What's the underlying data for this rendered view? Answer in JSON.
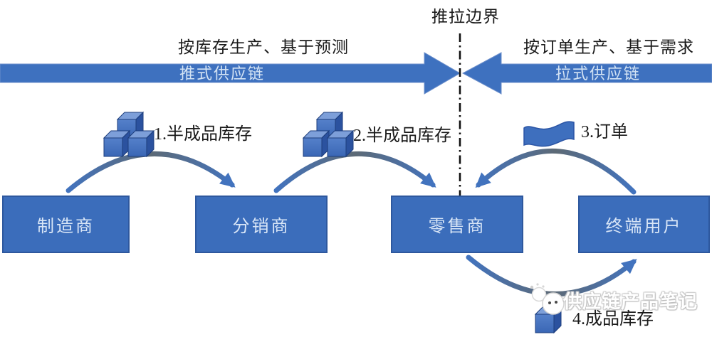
{
  "diagram": {
    "boundary_title": "推拉边界",
    "push_side": {
      "strategy_label": "按库存生产、基于预测",
      "chain_label": "推式供应链",
      "direction": "left-to-right"
    },
    "pull_side": {
      "strategy_label": "按订单生产、基于需求",
      "chain_label": "拉式供应链",
      "direction": "right-to-left"
    },
    "nodes": [
      {
        "label": "制造商"
      },
      {
        "label": "分销商"
      },
      {
        "label": "零售商"
      },
      {
        "label": "终端用户"
      }
    ],
    "flows": [
      {
        "label": "1.半成品库存",
        "icon": "inventory-cubes-icon",
        "from": "制造商",
        "to": "分销商"
      },
      {
        "label": "2.半成品库存",
        "icon": "inventory-cubes-icon",
        "from": "分销商",
        "to": "零售商"
      },
      {
        "label": "3.订单",
        "icon": "order-flag-icon",
        "from": "终端用户",
        "to": "零售商"
      },
      {
        "label": "4.成品库存",
        "icon": "inventory-cube-icon",
        "from": "零售商",
        "to": "终端用户"
      }
    ],
    "watermark": {
      "text": "供应链产品笔记",
      "icon": "wechat-mascot-icon"
    },
    "colors": {
      "primary_blue": "#3E71BF",
      "box_blue": "#3B6DBB",
      "box_border": "#2E589E",
      "light_text": "#D9E6F7",
      "arc_gray": "#5D6A76",
      "arc_blue": "#4273BE",
      "text_black": "#1a1a1a"
    }
  }
}
